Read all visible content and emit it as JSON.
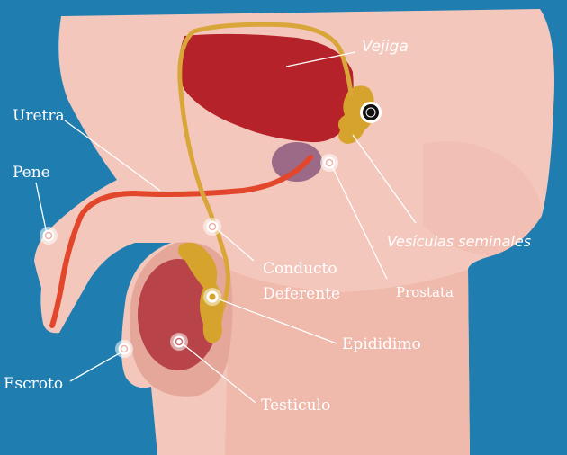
{
  "colors": {
    "background": "#1f7db0",
    "skin_light": "#f4c7bd",
    "skin_mid": "#efb9ac",
    "skin_dark": "#e6a79b",
    "bladder": "#b5222a",
    "prostate": "#9c6a86",
    "vas": "#d9a63a",
    "urethra": "#e2472c",
    "testis": "#b84348",
    "gland": "#d6a42c",
    "leader": "#ffffff",
    "label_text": "#ffffff"
  },
  "labels": {
    "vejiga": "Vejiga",
    "uretra": "Uretra",
    "pene": "Pene",
    "vesiculas": "Vesículas seminales",
    "conducto_1": "Conducto",
    "conducto_2": "Deferente",
    "prostata": "Prostata",
    "epididimo": "Epididimo",
    "escroto": "Escroto",
    "testiculo": "Testiculo"
  },
  "markers": [
    {
      "name": "pene",
      "style": "white"
    },
    {
      "name": "conducto-deferente",
      "style": "white"
    },
    {
      "name": "prostata",
      "style": "white"
    },
    {
      "name": "vesiculas",
      "style": "dark"
    },
    {
      "name": "epididimo",
      "style": "gold"
    },
    {
      "name": "escroto",
      "style": "white"
    },
    {
      "name": "testiculo",
      "style": "white"
    }
  ]
}
